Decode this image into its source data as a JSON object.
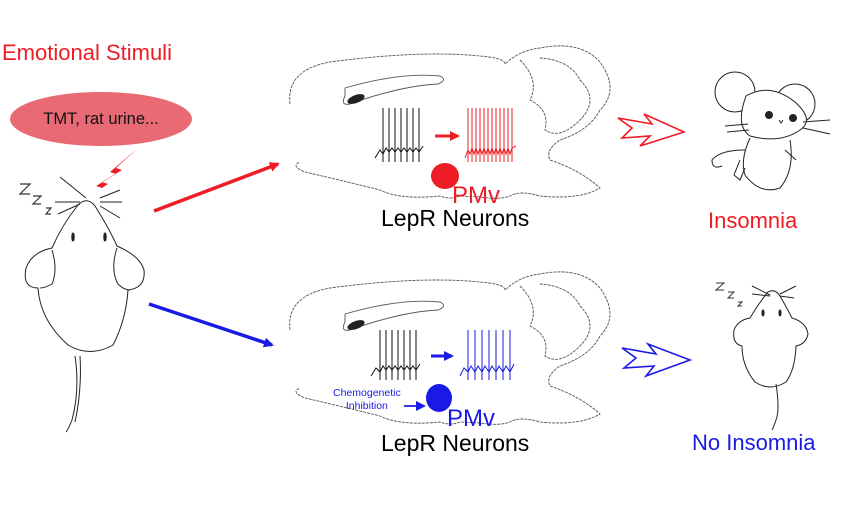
{
  "stimulus": {
    "title": "Emotional Stimuli",
    "examples": "TMT, rat urine..."
  },
  "sleep_symbol": "Z z z",
  "top_pathway": {
    "region": "PMv",
    "neurons": "LepR Neurons",
    "outcome": "Insomnia",
    "color": "#ee1c24"
  },
  "bottom_pathway": {
    "region": "PMv",
    "neurons": "LepR Neurons",
    "intervention": [
      "Chemogenetic",
      "Inhibition"
    ],
    "outcome": "No Insomnia",
    "color": "#1a1ae6"
  },
  "icons": {
    "lightning": "lightning-bolt",
    "sleeping_mouse": "mouse-top-view",
    "awake_mouse": "cartoon-mouse",
    "brain": "mouse-brain-sagittal"
  }
}
